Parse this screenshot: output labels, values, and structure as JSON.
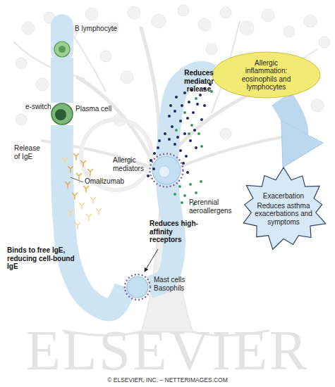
{
  "diagram": {
    "nodes": [
      {
        "text": [
          "B lymphocyte"
        ]
      },
      {
        "text": [
          "Plasma cell"
        ]
      },
      {
        "text": [
          "Mast cells Basophils"
        ]
      },
      {
        "text": [
          "Allergic inflammation: eosinophils and lymphocytes"
        ]
      },
      {
        "text": [
          "Exacerbation",
          "Reduces asthma exacerbations and symptoms"
        ]
      }
    ],
    "edges": [
      {
        "from": 0,
        "to": 1,
        "arrow": "none",
        "label": "e-switch"
      },
      {
        "from": 1,
        "to": 2,
        "arrow": "none"
      },
      {
        "from": 2,
        "to": 3,
        "arrow": "none"
      },
      {
        "from": 3,
        "to": 4,
        "arrow": "to"
      }
    ],
    "labels": [
      "Release of IgE",
      "Omalizumab",
      "Binds to free IgE, reducing cell-bound IgE",
      "Reduces high-affinity receptors",
      "Allergic mediators",
      "Reduces mediator release",
      "Perennial aeroallergens",
      "ELSEVIER",
      "© ELSEVIER, INC. – NETTERIMAGES.COM"
    ]
  }
}
